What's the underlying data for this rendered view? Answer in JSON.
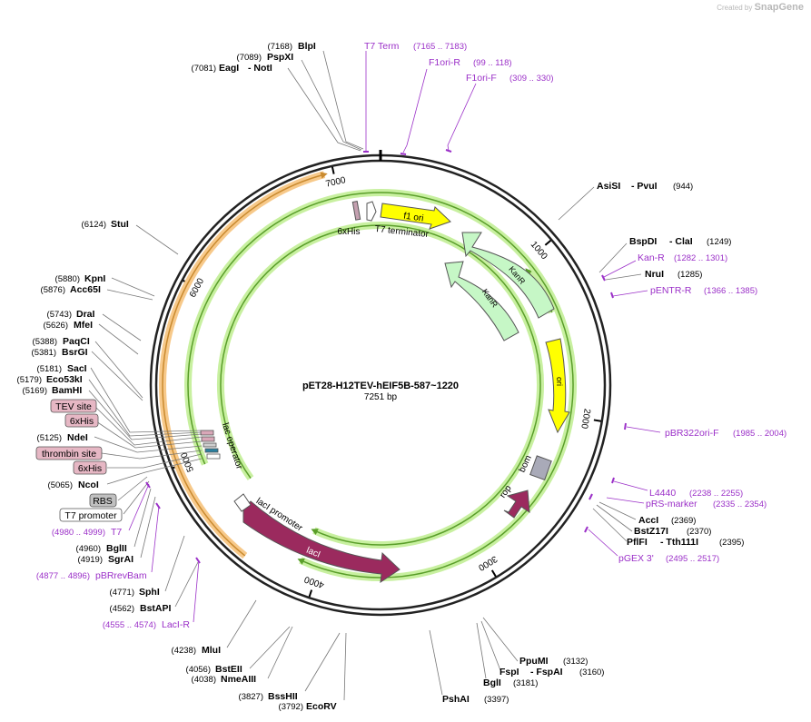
{
  "brand": {
    "created_by": "Created by",
    "name": "SnapGene"
  },
  "plasmid": {
    "name": "pET28-H12TEV-hEIF5B-587~1220",
    "length": "7251 bp",
    "bp": 7251
  },
  "ticks": [
    {
      "pos": 1000,
      "label": "1000"
    },
    {
      "pos": 2000,
      "label": "2000"
    },
    {
      "pos": 3000,
      "label": "3000"
    },
    {
      "pos": 4000,
      "label": "4000"
    },
    {
      "pos": 5000,
      "label": "5000"
    },
    {
      "pos": 6000,
      "label": "6000"
    },
    {
      "pos": 7000,
      "label": "7000"
    }
  ],
  "features": [
    {
      "id": "t7-promoter-arc",
      "kind": "arc",
      "start": 4400,
      "end": 6950,
      "r": 240,
      "w": 5,
      "color": "#f7c98a",
      "stroke": "#c98a2f",
      "dir": "cw"
    },
    {
      "id": "kanr-arc",
      "kind": "arc",
      "start": 1350,
      "end": 1050,
      "r": 205,
      "w": 5,
      "color": "#c8f0a0",
      "stroke": "#5a9e2a",
      "dir": "ccw"
    },
    {
      "id": "laci-green-arc-1",
      "kind": "arc",
      "start": 4950,
      "end": 4120,
      "r": 212,
      "w": 5,
      "color": "#c8f0a0",
      "stroke": "#5a9e2a",
      "dir": "cw"
    },
    {
      "id": "laci-green-arc-2",
      "kind": "arc",
      "start": 4720,
      "end": 4120,
      "r": 176,
      "w": 5,
      "color": "#c8f0a0",
      "stroke": "#5a9e2a",
      "dir": "cw"
    }
  ],
  "inner_features": [
    {
      "id": "f1-ori-arrow",
      "label": "f1 ori",
      "color": "#ffff00"
    },
    {
      "id": "kanr-arrow-1",
      "label": "KanR",
      "color": "#c6f7c6"
    },
    {
      "id": "kanr-arrow-2",
      "label": "KanR",
      "color": "#c6f7c6"
    },
    {
      "id": "ori-arrow",
      "label": "ori",
      "color": "#ffff00"
    },
    {
      "id": "laci-arrow",
      "label": "lacI",
      "color": "#9b2a5e"
    },
    {
      "id": "rop-arrow",
      "label": "rop",
      "color": "#9b2a5e"
    },
    {
      "id": "bom-box",
      "label": "bom",
      "color": "#a9aab8"
    },
    {
      "id": "6xhis-inner",
      "label": "6xHis",
      "color": "#c4a0b0"
    },
    {
      "id": "t7-terminator-inner",
      "label": "T7 terminator",
      "color": "#ffffff"
    },
    {
      "id": "laci-promoter-inner",
      "label": "lacI promoter",
      "color": "#ffffff"
    },
    {
      "id": "lac-operator-inner",
      "label": "lac operator",
      "color": "#ffffff"
    }
  ],
  "sites": [
    {
      "id": "blpi",
      "pos": "(7168)",
      "name": "BlpI",
      "type": "enzyme"
    },
    {
      "id": "pspxi",
      "pos": "(7089)",
      "name": "PspXI",
      "type": "enzyme"
    },
    {
      "id": "eagi-noti",
      "pos": "(7081)",
      "name": "EagI",
      "name2": "- NotI",
      "type": "enzyme"
    },
    {
      "id": "t7-term",
      "pos": "(7165 .. 7183)",
      "name": "T7 Term",
      "type": "primer"
    },
    {
      "id": "f1ori-r",
      "pos": "(99 .. 118)",
      "name": "F1ori-R",
      "type": "primer"
    },
    {
      "id": "f1ori-f",
      "pos": "(309 .. 330)",
      "name": "F1ori-F",
      "type": "primer"
    },
    {
      "id": "asisi-pvui",
      "pos": "(944)",
      "name": "AsiSI",
      "name2": "- PvuI",
      "type": "enzyme"
    },
    {
      "id": "bspdi-clai",
      "pos": "(1249)",
      "name": "BspDI",
      "name2": "- ClaI",
      "type": "enzyme"
    },
    {
      "id": "kan-r",
      "pos": "(1282 .. 1301)",
      "name": "Kan-R",
      "type": "primer"
    },
    {
      "id": "nrui",
      "pos": "(1285)",
      "name": "NruI",
      "type": "enzyme"
    },
    {
      "id": "pentr-r",
      "pos": "(1366 .. 1385)",
      "name": "pENTR-R",
      "type": "primer"
    },
    {
      "id": "pbr322ori-f",
      "pos": "(1985 .. 2004)",
      "name": "pBR322ori-F",
      "type": "primer"
    },
    {
      "id": "l4440",
      "pos": "(2238 .. 2255)",
      "name": "L4440",
      "type": "primer"
    },
    {
      "id": "prs-marker",
      "pos": "(2335 .. 2354)",
      "name": "pRS-marker",
      "type": "primer"
    },
    {
      "id": "acci",
      "pos": "(2369)",
      "name": "AccI",
      "type": "enzyme"
    },
    {
      "id": "bstz17i",
      "pos": "(2370)",
      "name": "BstZ17I",
      "type": "enzyme"
    },
    {
      "id": "pflfi-tth111i",
      "pos": "(2395)",
      "name": "PflFI",
      "name2": "- Tth111I",
      "type": "enzyme"
    },
    {
      "id": "pgex3",
      "pos": "(2495 .. 2517)",
      "name": "pGEX 3'",
      "type": "primer"
    },
    {
      "id": "ppumi",
      "pos": "(3132)",
      "name": "PpuMI",
      "type": "enzyme"
    },
    {
      "id": "fspi-fspai",
      "pos": "(3160)",
      "name": "FspI",
      "name2": "- FspAI",
      "type": "enzyme"
    },
    {
      "id": "bgli",
      "pos": "(3181)",
      "name": "BglI",
      "type": "enzyme"
    },
    {
      "id": "pshai",
      "pos": "(3397)",
      "name": "PshAI",
      "type": "enzyme"
    },
    {
      "id": "ecorv",
      "pos": "(3792)",
      "name": "EcoRV",
      "type": "enzyme"
    },
    {
      "id": "bsshii",
      "pos": "(3827)",
      "name": "BssHII",
      "type": "enzyme"
    },
    {
      "id": "nmeaiii",
      "pos": "(4038)",
      "name": "NmeAIII",
      "type": "enzyme"
    },
    {
      "id": "bsteii",
      "pos": "(4056)",
      "name": "BstEII",
      "type": "enzyme"
    },
    {
      "id": "mlui",
      "pos": "(4238)",
      "name": "MluI",
      "type": "enzyme"
    },
    {
      "id": "laci-r",
      "pos": "(4555 .. 4574)",
      "name": "LacI-R",
      "type": "primer"
    },
    {
      "id": "bstapi",
      "pos": "(4562)",
      "name": "BstAPI",
      "type": "enzyme"
    },
    {
      "id": "sphi",
      "pos": "(4771)",
      "name": "SphI",
      "type": "enzyme"
    },
    {
      "id": "pbrrevbam",
      "pos": "(4877 .. 4896)",
      "name": "pBRrevBam",
      "type": "primer"
    },
    {
      "id": "sgrai",
      "pos": "(4919)",
      "name": "SgrAI",
      "type": "enzyme"
    },
    {
      "id": "bglii",
      "pos": "(4960)",
      "name": "BglII",
      "type": "enzyme"
    },
    {
      "id": "t7-primer",
      "pos": "(4980 .. 4999)",
      "name": "T7",
      "type": "primer"
    },
    {
      "id": "t7-promoter-box",
      "name": "T7 promoter",
      "type": "box",
      "fill": "#ffffff"
    },
    {
      "id": "rbs-box",
      "name": "RBS",
      "type": "box",
      "fill": "#c0c0c0"
    },
    {
      "id": "ncoi",
      "pos": "(5065)",
      "name": "NcoI",
      "type": "enzyme"
    },
    {
      "id": "6xhis-box-1",
      "name": "6xHis",
      "type": "box",
      "fill": "#e6b7c4"
    },
    {
      "id": "thrombin-box",
      "name": "thrombin site",
      "type": "box",
      "fill": "#e6b7c4"
    },
    {
      "id": "ndei",
      "pos": "(5125)",
      "name": "NdeI",
      "type": "enzyme"
    },
    {
      "id": "6xhis-box-2",
      "name": "6xHis",
      "type": "box",
      "fill": "#e6b7c4"
    },
    {
      "id": "tev-box",
      "name": "TEV site",
      "type": "box",
      "fill": "#e6b7c4"
    },
    {
      "id": "bamhi",
      "pos": "(5169)",
      "name": "BamHI",
      "type": "enzyme"
    },
    {
      "id": "eco53ki",
      "pos": "(5179)",
      "name": "Eco53kI",
      "type": "enzyme"
    },
    {
      "id": "saci",
      "pos": "(5181)",
      "name": "SacI",
      "type": "enzyme"
    },
    {
      "id": "bsrgi",
      "pos": "(5381)",
      "name": "BsrGI",
      "type": "enzyme"
    },
    {
      "id": "paqci",
      "pos": "(5388)",
      "name": "PaqCI",
      "type": "enzyme"
    },
    {
      "id": "mfei",
      "pos": "(5626)",
      "name": "MfeI",
      "type": "enzyme"
    },
    {
      "id": "drai",
      "pos": "(5743)",
      "name": "DraI",
      "type": "enzyme"
    },
    {
      "id": "acc65i",
      "pos": "(5876)",
      "name": "Acc65I",
      "type": "enzyme"
    },
    {
      "id": "kpni",
      "pos": "(5880)",
      "name": "KpnI",
      "type": "enzyme"
    },
    {
      "id": "stui",
      "pos": "(6124)",
      "name": "StuI",
      "type": "enzyme"
    }
  ],
  "colors": {
    "enzyme": "#000000",
    "primer": "#9b30c8",
    "pos": "#222222",
    "backbone": "#222222",
    "leader": "#777777"
  }
}
